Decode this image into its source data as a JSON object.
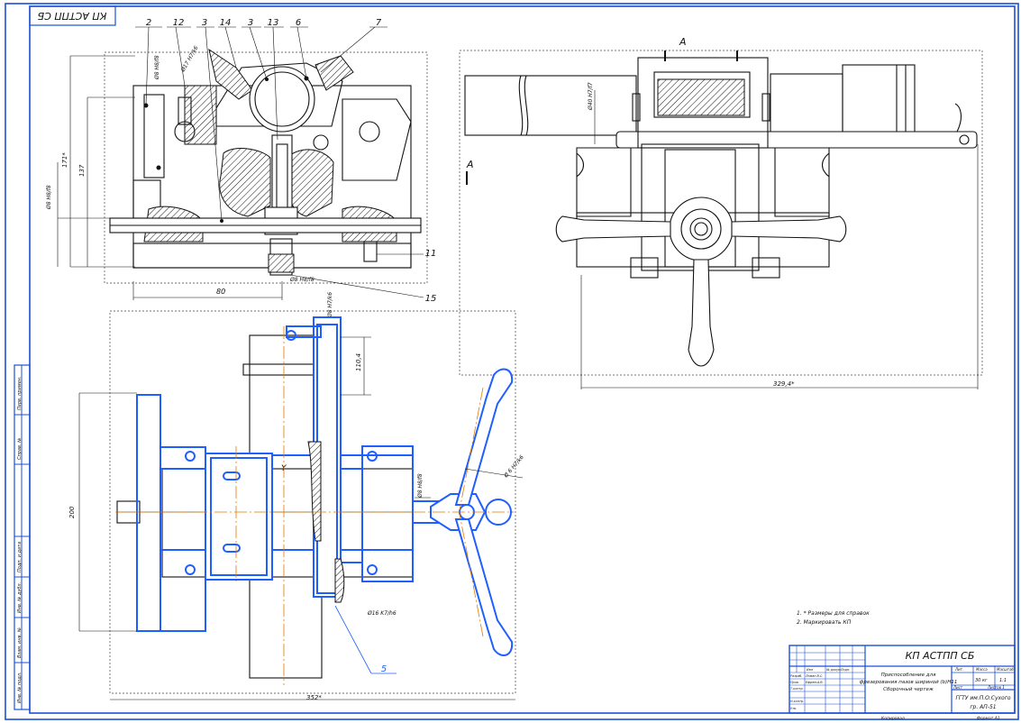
{
  "corner_stamp": "КП АСТПП СБ",
  "balloons": [
    "2",
    "12",
    "3",
    "14",
    "3",
    "13",
    "6",
    "7",
    "11",
    "15",
    "5"
  ],
  "section_labels": {
    "left_a": "A",
    "top_a": "A"
  },
  "fits": {
    "f1": "Ø8 H8/f8",
    "f2": "Ø17 H7/k6",
    "f3": "Ø8 Н8/f8",
    "f4": "Ø8 H8/f8",
    "f5": "Ø8 H7/k6",
    "f6": "Ø16 K7/h6",
    "f7": "Ø40 H7/f7",
    "f8": "Ø8 H8/f8",
    "f9": "Ø 6 H7/k6"
  },
  "dimensions": {
    "d_171": "171*",
    "d_137": "137",
    "d_80": "80",
    "d_3294": "329,4*",
    "d_1104": "110,4",
    "d_200": "200",
    "d_352": "352*",
    "d_ysym": "Y"
  },
  "notes": [
    "1. * Размеры для справок",
    "2. Маркировать КП"
  ],
  "title_block": {
    "designation": "КП АСТПП СБ",
    "name_line1": "Приспособление для",
    "name_line2": "фрезерования пазов шириной (b)H11",
    "name_line3": "Сборочный чертеж",
    "lit": "Лит.",
    "mass": "Масса",
    "scale": "Масштаб",
    "mass_val": "30 кг",
    "scale_val": "1:1",
    "sheet": "Лист",
    "sheets": "Листов 1",
    "org_line1": "ГГТУ им.П.О.Сухого",
    "org_line2": "гр. АП-51",
    "copied": "Копировал",
    "format": "Формат A1",
    "rows": [
      "Изм",
      "Лист",
      "№ докум.",
      "Подп.",
      "Дата",
      "Разраб.",
      "Пров.",
      "Т.контр.",
      "Н.контр.",
      "Утв."
    ],
    "names": [
      "Ломан В.С.",
      "Ефрем.А.В."
    ]
  },
  "side_strip": [
    "Перв. примен.",
    "Справ. №",
    "Подп. и дата",
    "Инв. № дубл.",
    "Взам. инв. №",
    "Подп. и дата",
    "Инв. № подл."
  ]
}
